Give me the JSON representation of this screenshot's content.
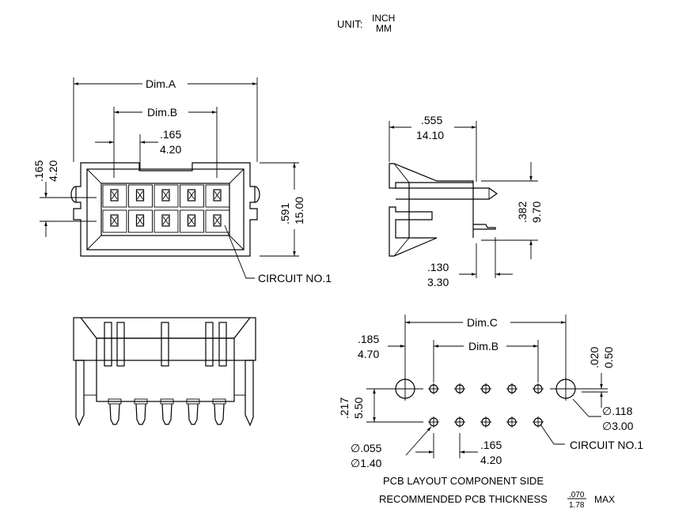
{
  "unit": {
    "label": "UNIT:",
    "primary": "INCH",
    "secondary": "MM"
  },
  "front_view": {
    "dim_a": "Dim.A",
    "dim_b": "Dim.B",
    "pitch_inch": ".165",
    "pitch_mm": "4.20",
    "row_pitch_inch": ".165",
    "row_pitch_mm": "4.20",
    "height_inch": ".591",
    "height_mm": "15.00",
    "circuit_label": "CIRCUIT NO.1",
    "cavities_per_row": 5,
    "rows": 2
  },
  "side_view": {
    "depth_inch": ".555",
    "depth_mm": "14.10",
    "pin_height_inch": ".382",
    "pin_height_mm": "9.70",
    "tail_inch": ".130",
    "tail_mm": "3.30"
  },
  "pcb_layout": {
    "dim_c": "Dim.C",
    "dim_b": "Dim.B",
    "offset_inch": ".185",
    "offset_mm": "4.70",
    "row_spacing_inch": ".217",
    "row_spacing_mm": "5.50",
    "peg_offset_inch": ".020",
    "peg_offset_mm": "0.50",
    "peg_dia_inch": "∅.118",
    "peg_dia_mm": "∅3.00",
    "hole_dia_inch": "∅.055",
    "hole_dia_mm": "∅1.40",
    "pitch_inch": ".165",
    "pitch_mm": "4.20",
    "circuit_label": "CIRCUIT NO.1",
    "title": "PCB  LAYOUT COMPONENT SIDE",
    "thickness_label": "RECOMMENDED PCB  THICKNESS",
    "thickness_inch": ".070",
    "thickness_mm": "1.78",
    "thickness_suffix": "MAX",
    "holes_per_row": 5
  }
}
